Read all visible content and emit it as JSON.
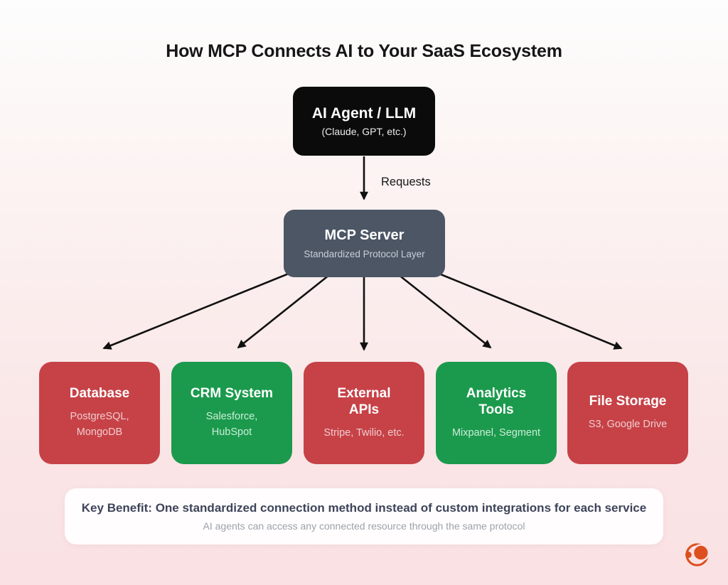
{
  "title": "How MCP Connects AI to Your SaaS Ecosystem",
  "agent": {
    "title": "AI Agent / LLM",
    "subtitle": "(Claude, GPT, etc.)"
  },
  "request_arrow_label": "Requests",
  "server": {
    "title": "MCP Server",
    "subtitle": "Standardized Protocol Layer"
  },
  "services": [
    {
      "title": "Database",
      "subtitle": "PostgreSQL,\nMongoDB",
      "color": "#C64247",
      "subtitle_color": "#F1CCCE"
    },
    {
      "title": "CRM System",
      "subtitle": "Salesforce,\nHubSpot",
      "color": "#1B9A4D",
      "subtitle_color": "#CBEDD8"
    },
    {
      "title": "External\nAPIs",
      "subtitle": "Stripe, Twilio, etc.",
      "color": "#C64247",
      "subtitle_color": "#F1CCCE"
    },
    {
      "title": "Analytics\nTools",
      "subtitle": "Mixpanel, Segment",
      "color": "#1B9A4D",
      "subtitle_color": "#CBEDD8"
    },
    {
      "title": "File Storage",
      "subtitle": "S3, Google Drive",
      "color": "#C64247",
      "subtitle_color": "#F1CCCE"
    }
  ],
  "benefit": {
    "headline": "Key Benefit: One standardized connection method instead of custom integrations for each service",
    "subtext": "AI agents can access any connected resource through the same protocol"
  },
  "colors": {
    "card_red": "#C64247",
    "card_green": "#1B9A4D",
    "server_slate": "#4C5665",
    "agent_black": "#0B0B0B",
    "arrow_black": "#111111",
    "logo_orange": "#DD4F1E",
    "background_pink": "#FAE2E4"
  }
}
